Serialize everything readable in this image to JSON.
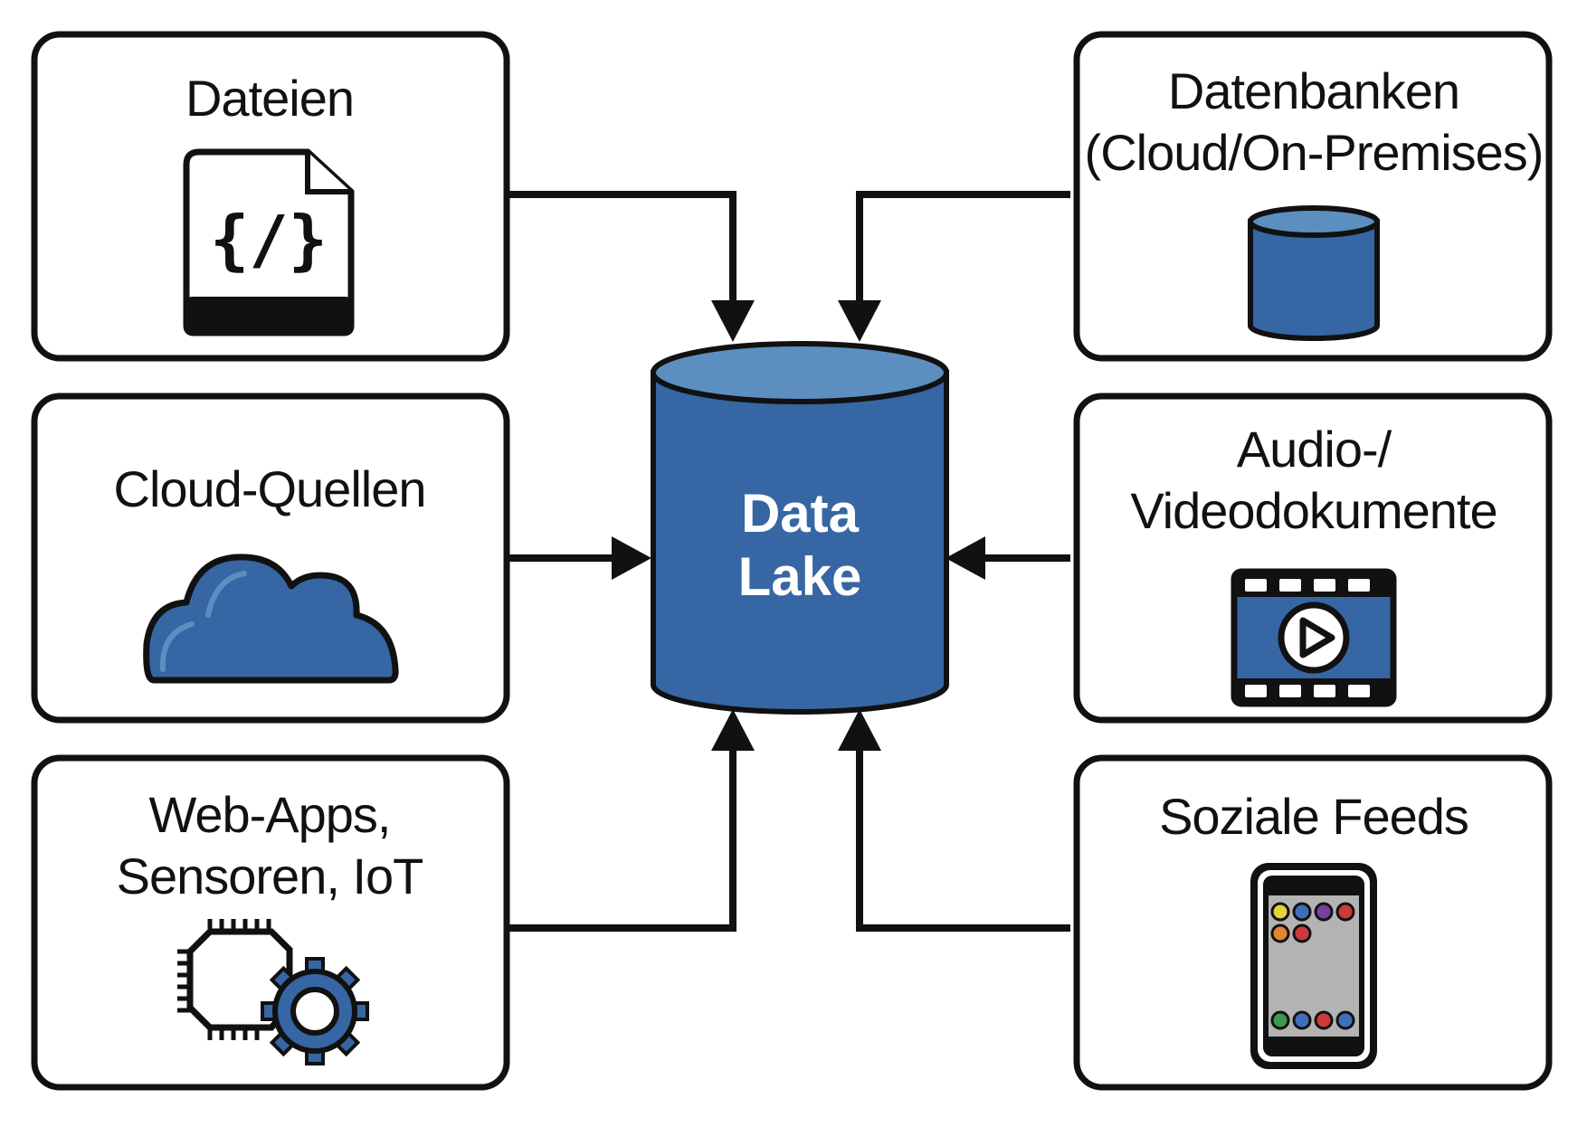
{
  "center": {
    "label_line1": "Data",
    "label_line2": "Lake",
    "icon": "database-cylinder-icon"
  },
  "sources": [
    {
      "id": "dateien",
      "lines": [
        "Dateien"
      ],
      "icon": "code-file-icon"
    },
    {
      "id": "cloud-quellen",
      "lines": [
        "Cloud-Quellen"
      ],
      "icon": "cloud-icon"
    },
    {
      "id": "web-apps",
      "lines": [
        "Web-Apps,",
        "Sensoren, IoT"
      ],
      "icon": "chip-gear-icon"
    },
    {
      "id": "datenbanken",
      "lines": [
        "Datenbanken",
        "(Cloud/On-Premises)"
      ],
      "icon": "database-icon"
    },
    {
      "id": "audio-video",
      "lines": [
        "Audio-/",
        "Videodokumente"
      ],
      "icon": "video-film-icon"
    },
    {
      "id": "soziale-feeds",
      "lines": [
        "Soziale Feeds"
      ],
      "icon": "smartphone-icon"
    }
  ],
  "colors": {
    "blue": "#3666a3",
    "blue_light": "#5c8fc0",
    "outline": "#111111",
    "screen_gray": "#b3b3b3",
    "dot_yellow": "#e8d23a",
    "dot_blue": "#3f6fb8",
    "dot_purple": "#7a3f9e",
    "dot_red": "#cc3a3a",
    "dot_orange": "#e0862e",
    "dot_green": "#3a9a4a"
  }
}
